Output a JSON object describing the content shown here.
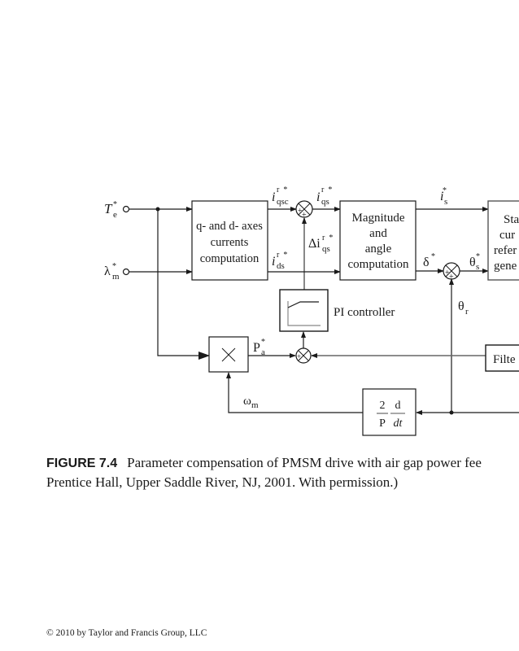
{
  "figure": {
    "number_label": "FIGURE 7.4",
    "caption_line1": "Parameter compensation of PMSM drive with air gap power fee",
    "caption_line2": "Prentice Hall, Upper Saddle River, NJ, 2001. With permission.)"
  },
  "footer": {
    "copyright": "© 2010 by Taylor and Francis Group, LLC"
  },
  "diagram": {
    "inputs": {
      "torque": {
        "base": "T",
        "sub": "e",
        "sup": "*"
      },
      "flux": {
        "base": "λ",
        "sub": "m",
        "sup": "*"
      }
    },
    "blocks": {
      "qd_computation": [
        "q- and d- axes",
        "currents",
        "computation"
      ],
      "magnitude_angle": [
        "Magnitude",
        "and",
        "angle",
        "computation"
      ],
      "stator_ref": [
        "Sta",
        "cur",
        "refer",
        "gene"
      ],
      "pi_label": "PI controller",
      "filter": "Filte",
      "multiplier_symbol": "×",
      "derivative": {
        "num1": "2",
        "den1": "P",
        "num2": "d",
        "den2": "dt"
      }
    },
    "signals": {
      "iqsc": {
        "base": "i",
        "sub": "qsc",
        "sup": "r  *"
      },
      "iqs": {
        "base": "i",
        "sub": "qs",
        "sup": "r  *"
      },
      "delta_iqs": {
        "base": "Δi",
        "sub": "qs",
        "sup": "r  *"
      },
      "ids": {
        "base": "i",
        "sub": "ds",
        "sup": "r  *"
      },
      "is": {
        "base": "i",
        "sub": "s",
        "sup": "*"
      },
      "delta": {
        "base": "δ",
        "sup": "*"
      },
      "theta_s": {
        "base": "θ",
        "sub": "s",
        "sup": "*"
      },
      "theta_r": {
        "base": "θ",
        "sub": "r"
      },
      "pa": {
        "base": "P",
        "sub": "a",
        "sup": "*"
      },
      "omega_m": {
        "base": "ω",
        "sub": "m"
      }
    },
    "summer_signs": {
      "plus": "+"
    }
  }
}
